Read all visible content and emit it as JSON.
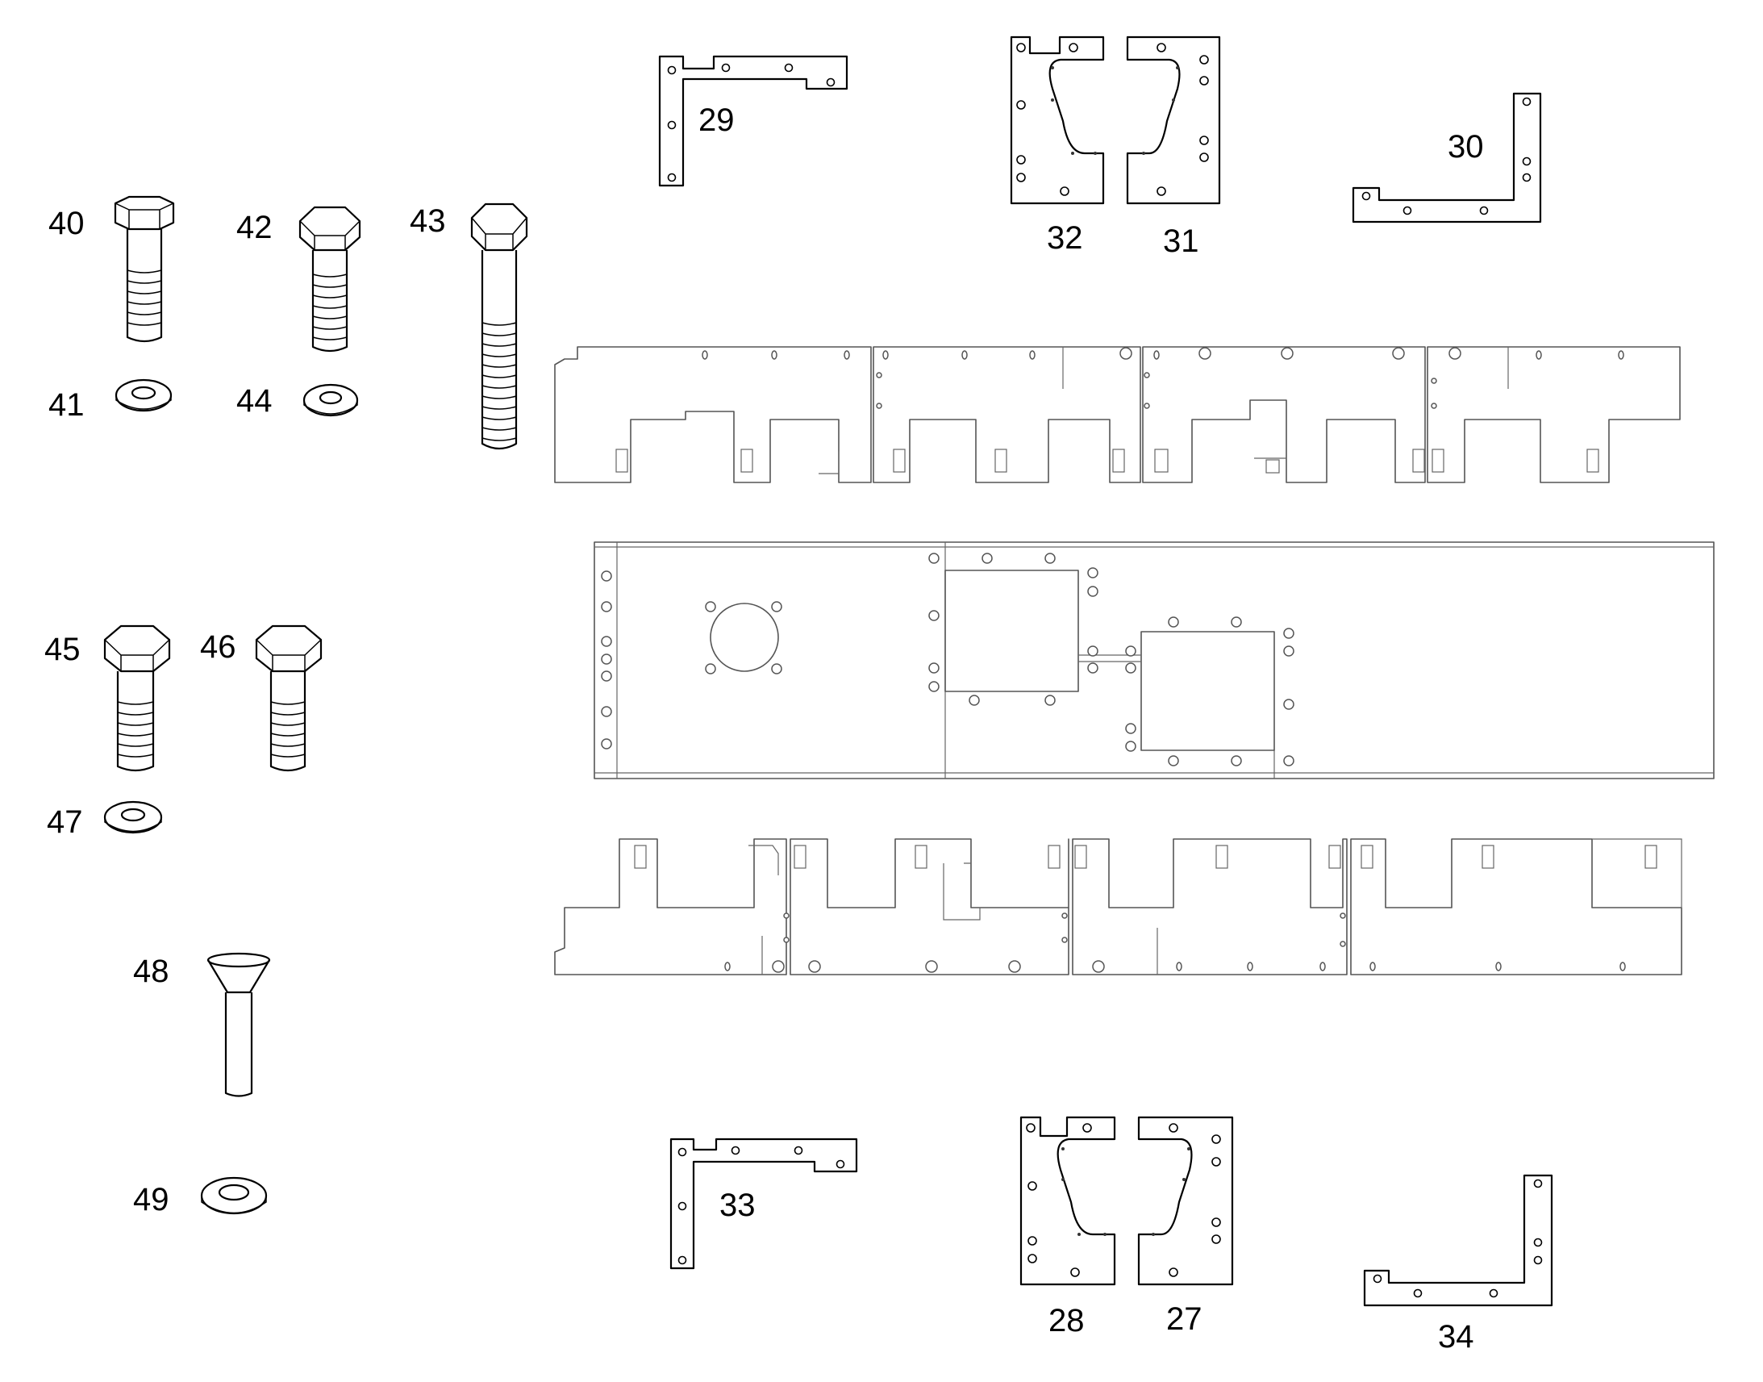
{
  "labels": {
    "l27": "27",
    "l28": "28",
    "l29": "29",
    "l30": "30",
    "l31": "31",
    "l32": "32",
    "l33": "33",
    "l34": "34",
    "l40": "40",
    "l41": "41",
    "l42": "42",
    "l43": "43",
    "l44": "44",
    "l45": "45",
    "l46": "46",
    "l47": "47",
    "l48": "48",
    "l49": "49"
  },
  "colors": {
    "line": "#000000",
    "panel_line": "#555555",
    "background": "#ffffff"
  }
}
